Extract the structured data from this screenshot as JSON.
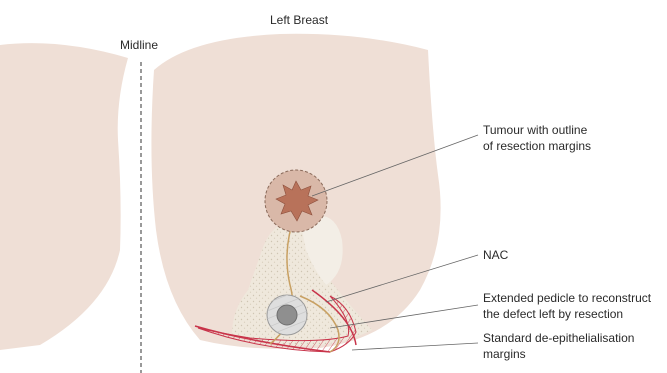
{
  "title": "Left Breast",
  "midline_label": "Midline",
  "labels": {
    "tumour": [
      "Tumour with outline",
      "of resection margins"
    ],
    "nac": "NAC",
    "pedicle": [
      "Extended pedicle to reconstruct",
      "the defect left by resection"
    ],
    "margins": [
      "Standard de-epithelialisation",
      "margins"
    ]
  },
  "colors": {
    "skin": "#efdfd6",
    "pedicle_fill": "#efe8dc",
    "tumour": "#b8725a",
    "tumour_margin": "#d9b8a8",
    "incision": "#c8344a",
    "outline": "#c8a062",
    "nac_ring": "#c9c9c9",
    "nac_center": "#8f8f8f"
  }
}
